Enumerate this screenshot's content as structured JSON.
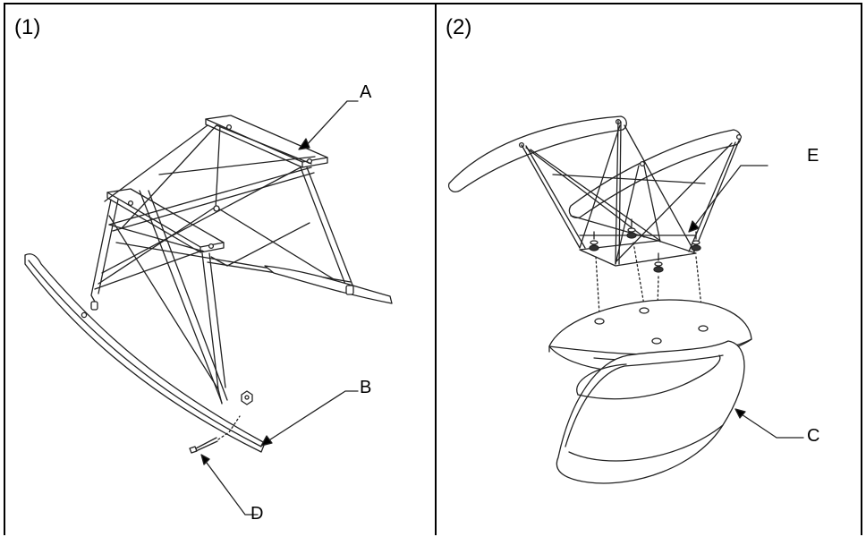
{
  "panels": [
    {
      "step": "(1)"
    },
    {
      "step": "(2)"
    }
  ],
  "callouts": {
    "A": "A",
    "B": "B",
    "C": "C",
    "D": "D",
    "E": "E"
  }
}
